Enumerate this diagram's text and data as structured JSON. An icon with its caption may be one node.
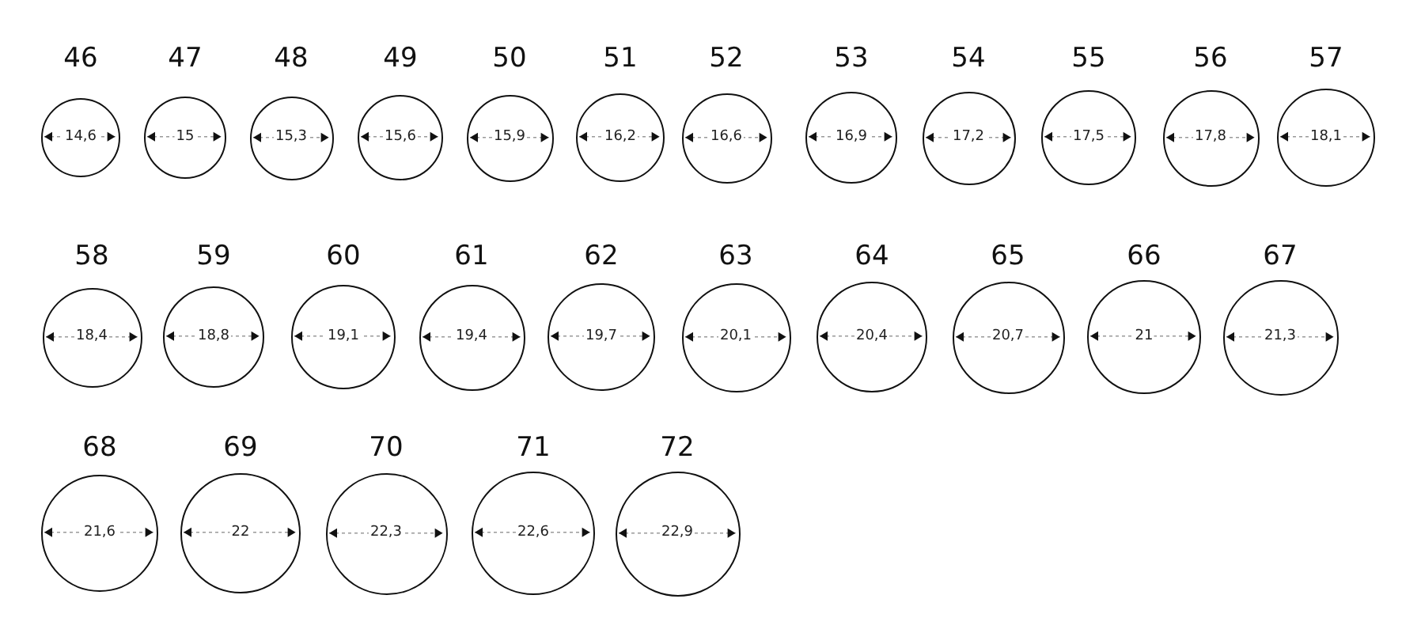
{
  "diagram": {
    "nodes": [
      {
        "text": [
          "14,6"
        ],
        "beside": [
          "46"
        ]
      },
      {
        "text": [
          "15"
        ],
        "beside": [
          "47"
        ]
      },
      {
        "text": [
          "15,3"
        ],
        "beside": [
          "48"
        ]
      },
      {
        "text": [
          "15,6"
        ],
        "beside": [
          "49"
        ]
      },
      {
        "text": [
          "15,9"
        ],
        "beside": [
          "50"
        ]
      },
      {
        "text": [
          "16,2"
        ],
        "beside": [
          "51"
        ]
      },
      {
        "text": [
          "16,6"
        ],
        "beside": [
          "52"
        ]
      },
      {
        "text": [
          "16,9"
        ],
        "beside": [
          "53"
        ]
      },
      {
        "text": [
          "17,2"
        ],
        "beside": [
          "54"
        ]
      },
      {
        "text": [
          "17,5"
        ],
        "beside": [
          "55"
        ]
      },
      {
        "text": [
          "17,8"
        ],
        "beside": [
          "56"
        ]
      },
      {
        "text": [
          "18,1"
        ],
        "beside": [
          "57"
        ]
      },
      {
        "text": [
          "18,4"
        ],
        "beside": [
          "58"
        ]
      },
      {
        "text": [
          "18,8"
        ],
        "beside": [
          "59"
        ]
      },
      {
        "text": [
          "19,1"
        ],
        "beside": [
          "60"
        ]
      },
      {
        "text": [
          "19,4"
        ],
        "beside": [
          "61"
        ]
      },
      {
        "text": [
          "19,7"
        ],
        "beside": [
          "62"
        ]
      },
      {
        "text": [
          "20,1"
        ],
        "beside": [
          "63"
        ]
      },
      {
        "text": [
          "20,4"
        ],
        "beside": [
          "64"
        ]
      },
      {
        "text": [
          "20,7"
        ],
        "beside": [
          "65"
        ]
      },
      {
        "text": [
          "21"
        ],
        "beside": [
          "66"
        ]
      },
      {
        "text": [
          "21,3"
        ],
        "beside": [
          "67"
        ]
      },
      {
        "text": [
          "21,6"
        ],
        "beside": [
          "68"
        ]
      },
      {
        "text": [
          "22"
        ],
        "beside": [
          "69"
        ]
      },
      {
        "text": [
          "22,3"
        ],
        "beside": [
          "70"
        ]
      },
      {
        "text": [
          "22,6"
        ],
        "beside": [
          "71"
        ]
      },
      {
        "text": [
          "22,9"
        ],
        "beside": [
          "72"
        ]
      }
    ]
  }
}
